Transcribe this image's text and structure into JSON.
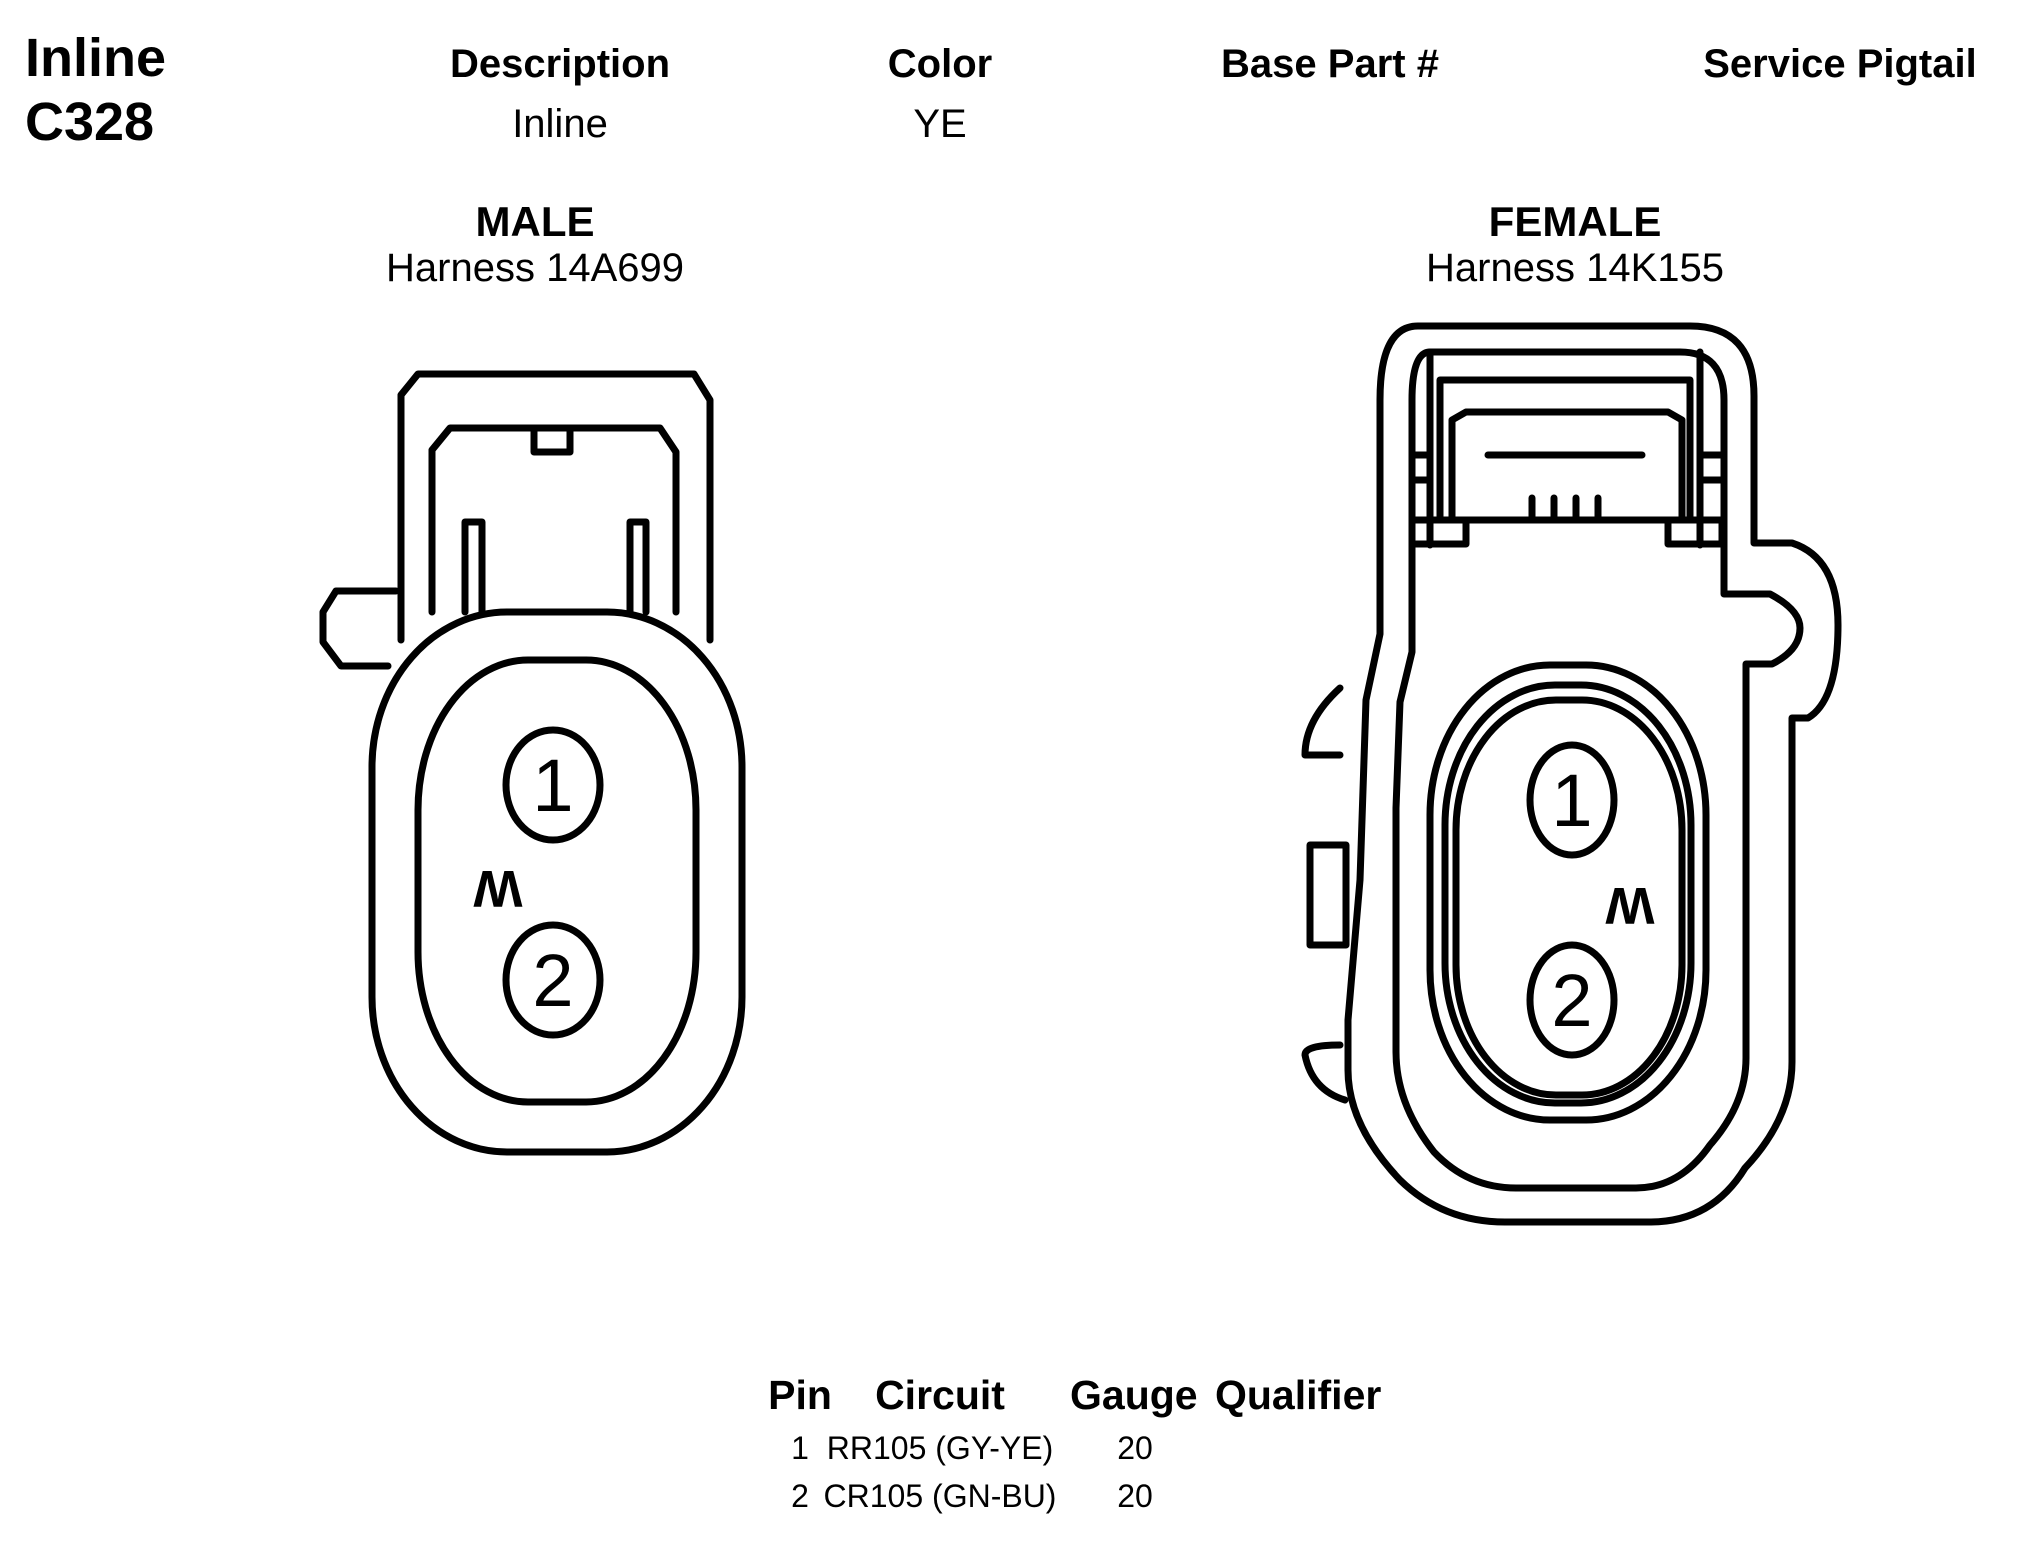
{
  "connector": {
    "type_line": "Inline",
    "id_line": "C328"
  },
  "header": {
    "description_label": "Description",
    "description_value": "Inline",
    "color_label": "Color",
    "color_value": "YE",
    "base_part_label": "Base Part #",
    "base_part_value": "",
    "service_pigtail_label": "Service Pigtail",
    "service_pigtail_value": ""
  },
  "male": {
    "label": "MALE",
    "harness": "Harness 14A699",
    "pins": [
      "1",
      "2"
    ],
    "key_mark": "W"
  },
  "female": {
    "label": "FEMALE",
    "harness": "Harness 14K155",
    "pins": [
      "1",
      "2"
    ],
    "key_mark": "W"
  },
  "table": {
    "headers": [
      "Pin",
      "Circuit",
      "Gauge",
      "Qualifier"
    ],
    "rows": [
      {
        "pin": "1",
        "circuit": "RR105 (GY-YE)",
        "gauge": "20",
        "qualifier": ""
      },
      {
        "pin": "2",
        "circuit": "CR105 (GN-BU)",
        "gauge": "20",
        "qualifier": ""
      }
    ]
  }
}
